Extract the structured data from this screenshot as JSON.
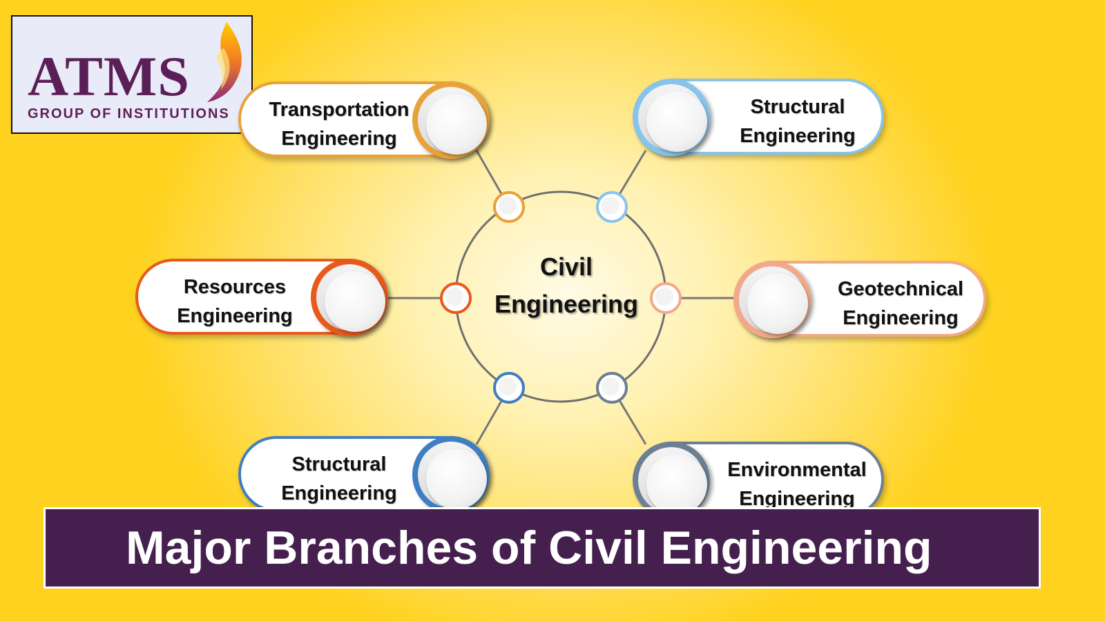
{
  "logo": {
    "brand": "ATMS",
    "subtitle": "GROUP OF INSTITUTIONS"
  },
  "center": {
    "line1": "Civil",
    "line2": "Engineering"
  },
  "branches": [
    {
      "id": "transportation",
      "line1": "Transportation",
      "line2": "Engineering",
      "color": "#e8a23a"
    },
    {
      "id": "structural-top",
      "line1": "Structural",
      "line2": "Engineering",
      "color": "#86c4ec"
    },
    {
      "id": "resources",
      "line1": "Resources",
      "line2": "Engineering",
      "color": "#e8591c"
    },
    {
      "id": "geotechnical",
      "line1": "Geotechnical",
      "line2": "Engineering",
      "color": "#f2a98a"
    },
    {
      "id": "structural-bottom",
      "line1": "Structural",
      "line2": "Engineering",
      "color": "#3f7ec2"
    },
    {
      "id": "environmental",
      "line1": "Environmental",
      "line2": "Engineering",
      "color": "#6c7f93"
    }
  ],
  "banner": {
    "title": "Major Branches of Civil Engineering"
  }
}
